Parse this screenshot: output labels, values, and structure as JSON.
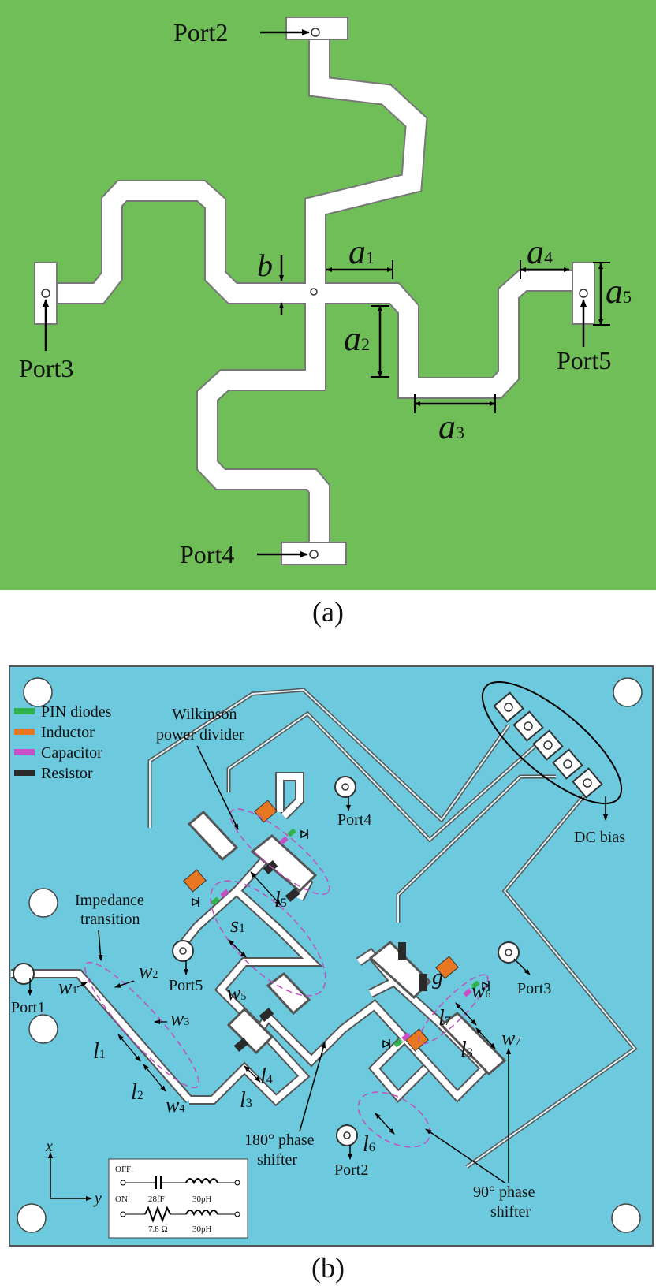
{
  "colors": {
    "panel_a_bg": "#6fbe58",
    "panel_b_bg": "#6dc9dd",
    "pin_diode": "#2fb34a",
    "inductor": "#e87722",
    "capacitor": "#c84fc6",
    "resistor": "#2a2a2a",
    "ellipse_dash": "#c050c0"
  },
  "panel_a": {
    "caption": "(a)",
    "ports": {
      "port2": "Port2",
      "port3": "Port3",
      "port4": "Port4",
      "port5": "Port5"
    },
    "dims": {
      "b": "b",
      "a1": {
        "main": "a",
        "sub": "1"
      },
      "a2": {
        "main": "a",
        "sub": "2"
      },
      "a3": {
        "main": "a",
        "sub": "3"
      },
      "a4": {
        "main": "a",
        "sub": "4"
      },
      "a5": {
        "main": "a",
        "sub": "5"
      }
    }
  },
  "panel_b": {
    "caption": "(b)",
    "legend": {
      "pin": "PIN diodes",
      "inductor": "Inductor",
      "capacitor": "Capacitor",
      "resistor": "Resistor"
    },
    "labels": {
      "wilkinson_1": "Wilkinson",
      "wilkinson_2": "power divider",
      "impedance_1": "Impedance",
      "impedance_2": "transition",
      "dc_bias": "DC bias",
      "ps180_1": "180° phase",
      "ps180_2": "shifter",
      "ps90_1": "90° phase",
      "ps90_2": "shifter"
    },
    "ports": {
      "port1": "Port1",
      "port2": "Port2",
      "port3": "Port3",
      "port4": "Port4",
      "port5": "Port5"
    },
    "dims": {
      "w1": {
        "main": "w",
        "sub": "1"
      },
      "w2": {
        "main": "w",
        "sub": "2"
      },
      "w3": {
        "main": "w",
        "sub": "3"
      },
      "w4": {
        "main": "w",
        "sub": "4"
      },
      "w5": {
        "main": "w",
        "sub": "5"
      },
      "w6": {
        "main": "w",
        "sub": "6"
      },
      "w7": {
        "main": "w",
        "sub": "7"
      },
      "l1": {
        "main": "l",
        "sub": "1"
      },
      "l2": {
        "main": "l",
        "sub": "2"
      },
      "l3": {
        "main": "l",
        "sub": "3"
      },
      "l4": {
        "main": "l",
        "sub": "4"
      },
      "l5": {
        "main": "l",
        "sub": "5"
      },
      "l6": {
        "main": "l",
        "sub": "6"
      },
      "l7": {
        "main": "l",
        "sub": "7"
      },
      "l8": {
        "main": "l",
        "sub": "8"
      },
      "s1": {
        "main": "s",
        "sub": "1"
      },
      "g": "g"
    },
    "axes": {
      "x": "x",
      "y": "y"
    },
    "inset": {
      "off": "OFF:",
      "on": "ON:",
      "off_cap": "28fF",
      "off_ind": "30pH",
      "on_res": "7.8 Ω",
      "on_ind": "30pH"
    }
  }
}
